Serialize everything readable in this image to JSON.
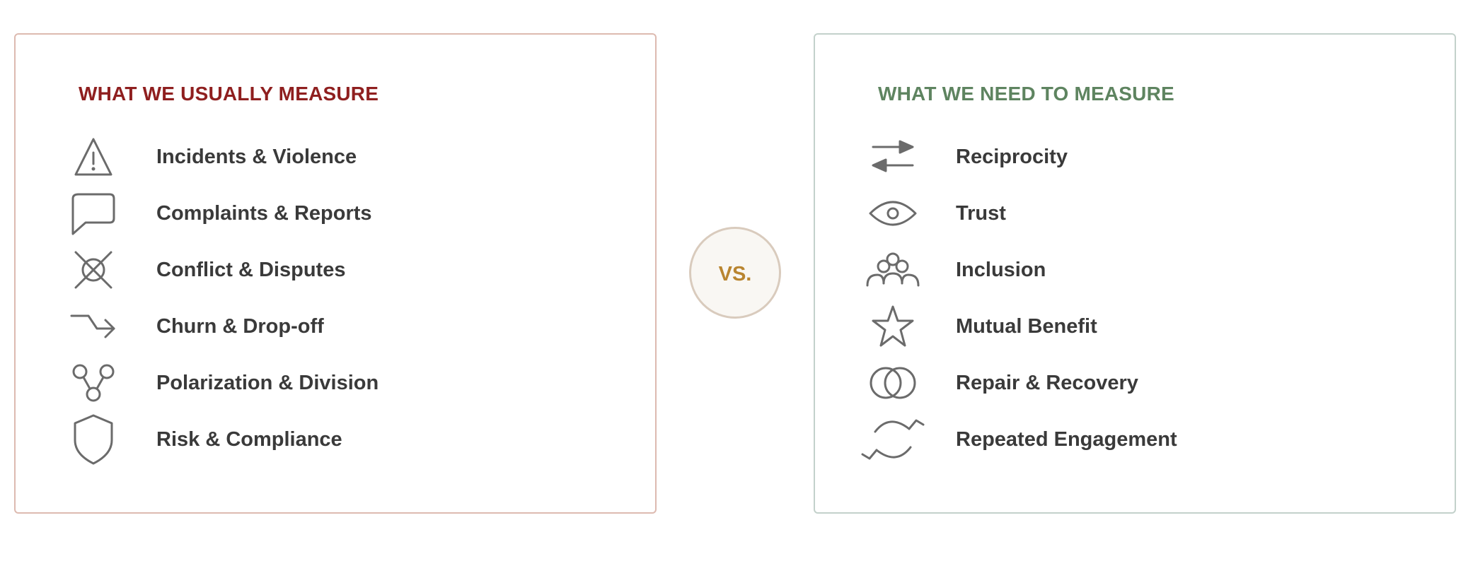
{
  "left_panel": {
    "title": "WHAT WE USUALLY MEASURE",
    "accent_color": "#8f1f1f",
    "items": [
      {
        "label": "Incidents & Violence",
        "icon": "warning-triangle-icon"
      },
      {
        "label": "Complaints & Reports",
        "icon": "speech-bubble-icon"
      },
      {
        "label": "Conflict & Disputes",
        "icon": "crossed-circle-icon"
      },
      {
        "label": "Churn & Drop-off",
        "icon": "drop-off-arrow-icon"
      },
      {
        "label": "Polarization & Division",
        "icon": "split-nodes-icon"
      },
      {
        "label": "Risk & Compliance",
        "icon": "shield-icon"
      }
    ]
  },
  "divider": {
    "label": "VS."
  },
  "right_panel": {
    "title": "WHAT WE NEED TO MEASURE",
    "accent_color": "#5e8460",
    "items": [
      {
        "label": "Reciprocity",
        "icon": "exchange-arrows-icon"
      },
      {
        "label": "Trust",
        "icon": "eye-icon"
      },
      {
        "label": "Inclusion",
        "icon": "group-people-icon"
      },
      {
        "label": "Mutual Benefit",
        "icon": "star-icon"
      },
      {
        "label": "Repair & Recovery",
        "icon": "overlapping-circles-icon"
      },
      {
        "label": "Repeated Engagement",
        "icon": "cycle-arrows-icon"
      }
    ]
  }
}
